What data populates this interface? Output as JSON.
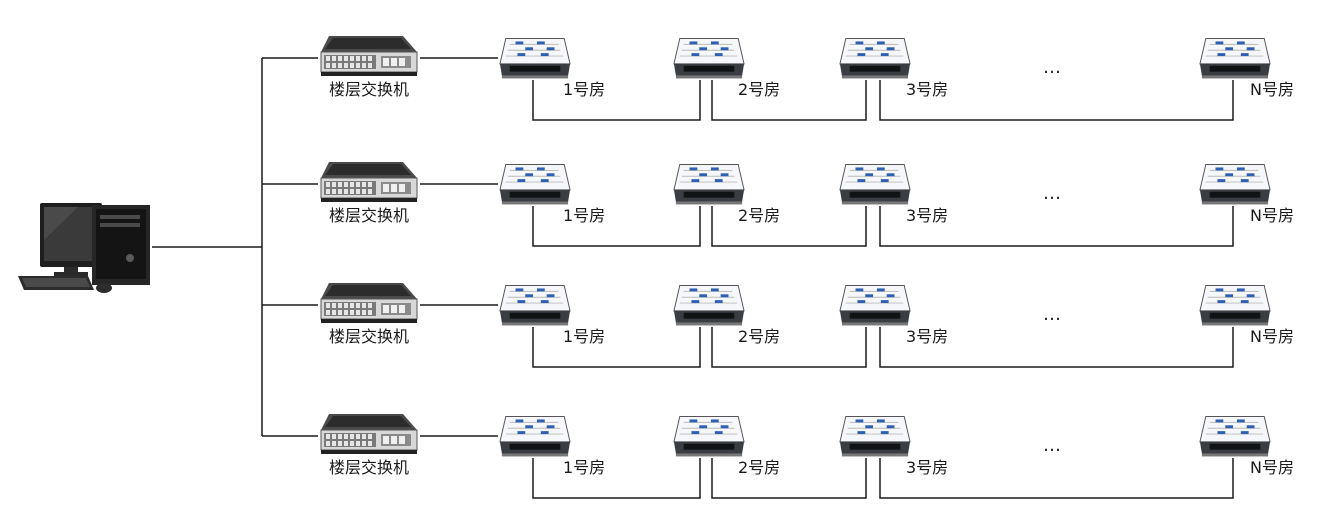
{
  "computer": {
    "icon": "desktop-computer-icon"
  },
  "switch_icon": "network-switch-icon",
  "router_icon": "room-router-icon",
  "colors": {
    "line": "#1a1a1a",
    "switch_body": "#3a3a3a",
    "router_port_blue": "#2f5fb3"
  },
  "floors": [
    {
      "switch_label": "楼层交换机",
      "rooms": [
        {
          "label": "1号房"
        },
        {
          "label": "2号房"
        },
        {
          "label": "3号房"
        },
        {
          "label": "N号房"
        }
      ],
      "ellipsis": "…"
    },
    {
      "switch_label": "楼层交换机",
      "rooms": [
        {
          "label": "1号房"
        },
        {
          "label": "2号房"
        },
        {
          "label": "3号房"
        },
        {
          "label": "N号房"
        }
      ],
      "ellipsis": "…"
    },
    {
      "switch_label": "楼层交换机",
      "rooms": [
        {
          "label": "1号房"
        },
        {
          "label": "2号房"
        },
        {
          "label": "3号房"
        },
        {
          "label": "N号房"
        }
      ],
      "ellipsis": "…"
    },
    {
      "switch_label": "楼层交换机",
      "rooms": [
        {
          "label": "1号房"
        },
        {
          "label": "2号房"
        },
        {
          "label": "3号房"
        },
        {
          "label": "N号房"
        }
      ],
      "ellipsis": "…"
    }
  ]
}
